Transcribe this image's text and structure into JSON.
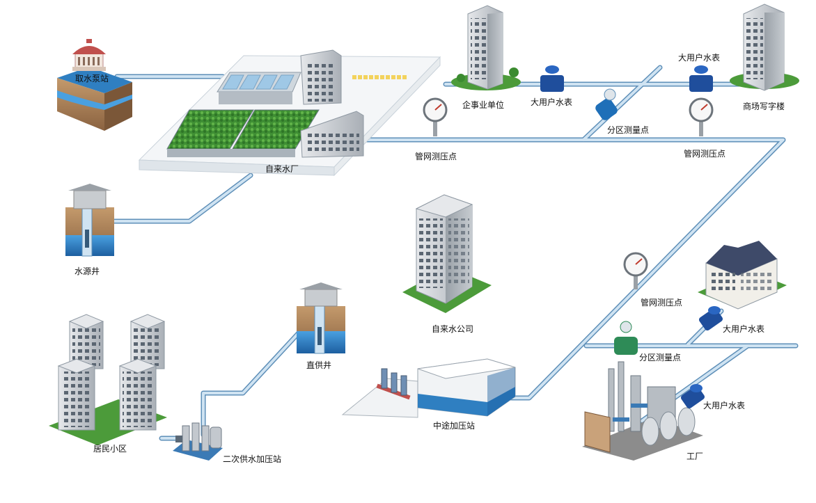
{
  "labels": {
    "intake_pump": "取水泵站",
    "waterworks": "自来水厂",
    "source_well": "水源井",
    "enterprise": "企事业单位",
    "big_meter_1": "大用户水表",
    "big_meter_2": "大用户水表",
    "big_meter_3": "大用户水表",
    "big_meter_4": "大用户水表",
    "zone_meter_1": "分区测量点",
    "zone_meter_2": "分区测量点",
    "commercial": "商场写字楼",
    "pressure_1": "管网测压点",
    "pressure_2": "管网测压点",
    "pressure_3": "管网测压点",
    "company": "自来水公司",
    "direct_well": "直供井",
    "residential": "居民小区",
    "secondary_pump": "二次供水加压站",
    "booster": "中途加压站",
    "factory": "工厂"
  },
  "colors": {
    "pipe": "#9ec3e0",
    "pipe_edge": "#5e8fb8",
    "water": "#2f7fc1",
    "soil": "#a07b53",
    "grass": "#3f9a35",
    "building": "#cfd3d8"
  }
}
